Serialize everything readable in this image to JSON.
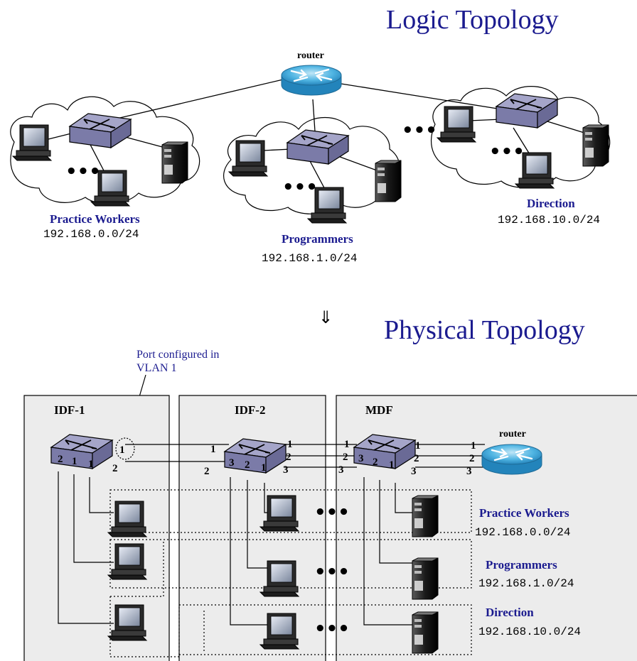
{
  "logic": {
    "title": "Logic Topology",
    "router_label": "router",
    "lans": [
      {
        "name": "Practice Workers",
        "subnet": "192.168.0.0/24"
      },
      {
        "name": "Programmers",
        "subnet": "192.168.1.0/24"
      },
      {
        "name": "Direction",
        "subnet": "192.168.10.0/24"
      }
    ],
    "ellipsis": "•••"
  },
  "transition_arrow": "⇓",
  "physical": {
    "title": "Physical Topology",
    "note_line1": "Port configured in",
    "note_line2": "VLAN 1",
    "rooms": [
      "IDF-1",
      "IDF-2",
      "MDF"
    ],
    "router_label": "router",
    "ports": {
      "idf1_right": [
        "1",
        "2"
      ],
      "idf1_bottom": [
        "2",
        "1",
        "1"
      ],
      "idf2_left": [
        "1",
        "2"
      ],
      "idf2_right": [
        "1",
        "2",
        "3"
      ],
      "idf2_bottom": [
        "3",
        "2",
        "1"
      ],
      "mdf_left": [
        "1",
        "2",
        "3"
      ],
      "mdf_right": [
        "1",
        "2",
        "3"
      ],
      "mdf_bottom": [
        "3",
        "2",
        "1"
      ],
      "router_left": [
        "1",
        "2",
        "3"
      ]
    },
    "vlans": [
      {
        "name": "Practice Workers",
        "subnet": "192.168.0.0/24"
      },
      {
        "name": "Programmers",
        "subnet": "192.168.1.0/24"
      },
      {
        "name": "Direction",
        "subnet": "192.168.10.0/24"
      }
    ],
    "ellipsis": "•••"
  },
  "colors": {
    "title": "#1b1b8f",
    "router": "#3aa7d8",
    "switch": "#8c8cb4",
    "room": "#ededed"
  }
}
